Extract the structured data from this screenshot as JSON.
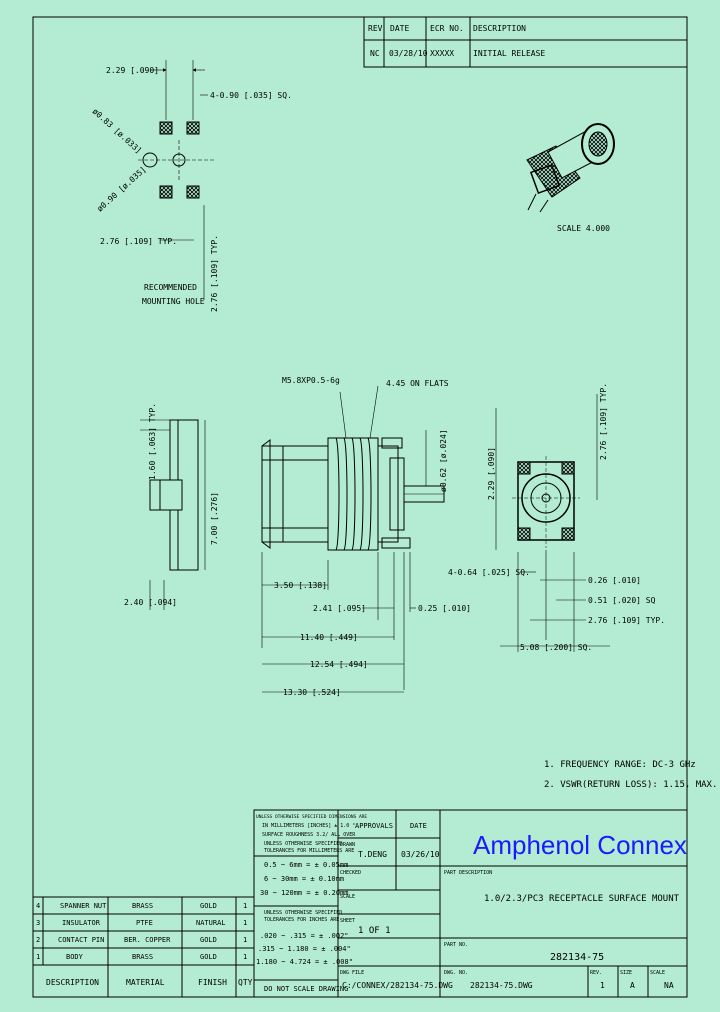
{
  "revision_block": {
    "headers": [
      "REV",
      "DATE",
      "ECR NO.",
      "DESCRIPTION"
    ],
    "row": [
      "NC",
      "03/28/10",
      "XXXXX",
      "INITIAL RELEASE"
    ]
  },
  "mounting_hole": {
    "dims": {
      "top": "2.29 [.090]",
      "holes_sq": "4-0.90 [.035] SQ.",
      "dia1": "ø0.83 [ø.033]",
      "dia2": "ø0.90 [ø.035]",
      "typ_h": "2.76 [.109] TYP.",
      "typ_v": "2.76 [.109] TYP."
    },
    "label_line1": "RECOMMENDED",
    "label_line2": "MOUNTING HOLE"
  },
  "iso_view": {
    "scale": "SCALE    4.000"
  },
  "side_view": {
    "dims": {
      "d_160": "1.60 [.063] TYP.",
      "d_700": "7.00 [.276]",
      "d_240": "2.40 [.094]"
    }
  },
  "main_view": {
    "dims": {
      "thread": "M5.8XP0.5-6g",
      "flats": "4.45 ON FLATS",
      "d_350": "3.50 [.138]",
      "d_241": "2.41 [.095]",
      "d_025": "0.25 [.010]",
      "d_1140": "11.40 [.449]",
      "d_1254": "12.54 [.494]",
      "d_1330": "13.30 [.524]",
      "dia_062": "ø0.62 [ø.024]"
    }
  },
  "front_view": {
    "dims": {
      "d_229": "2.29 [.090]",
      "d_276v": "2.76 [.109] TYP.",
      "d_064": "4-0.64 [.025] SQ.",
      "d_026": "0.26 [.010]",
      "d_051": "0.51 [.020] SQ",
      "d_276h": "2.76 [.109] TYP.",
      "d_508": "5.08 [.200] SQ."
    }
  },
  "notes": [
    "1. FREQUENCY RANGE: DC-3 GHz",
    "2. VSWR(RETURN LOSS): 1.15, MAX."
  ],
  "tolerances": {
    "line1": "UNLESS OTHERWISE SPECIFIED DIMENSIONS ARE",
    "line2": "IN MILLIMETERS [INCHES] ± 1.0 °",
    "line3": "SURFACE ROUGHNESS 3.2/ ALL OVER",
    "hdr1": "UNLESS OTHERWISE SPECIFIED",
    "hdr1b": "TOLERANCES FOR MILLIMETERS ARE",
    "mm1": "0.5 ~ 6mm = ± 0.05mm",
    "mm2": "6 ~ 30mm = ± 0.10mm",
    "mm3": "30 ~ 120mm = ± 0.20mm",
    "hdr2": "UNLESS OTHERWISE SPECIFIED",
    "hdr2b": "TOLERANCES FOR INCHES ARE",
    "in1": ".020 ~ .315 = ± .002\"",
    "in2": ".315 ~ 1.180 = ± .004\"",
    "in3": "1.180 ~ 4.724 = ± .008\"",
    "dont_scale": "DO NOT SCALE DRAWING"
  },
  "bom": {
    "headers": [
      "DESCRIPTION",
      "MATERIAL",
      "FINISH",
      "QTY"
    ],
    "rows": [
      {
        "no": "4",
        "desc": "SPANNER NUT",
        "mat": "BRASS",
        "fin": "GOLD",
        "qty": "1"
      },
      {
        "no": "3",
        "desc": "INSULATOR",
        "mat": "PTFE",
        "fin": "NATURAL",
        "qty": "1"
      },
      {
        "no": "2",
        "desc": "CONTACT PIN",
        "mat": "BER. COPPER",
        "fin": "GOLD",
        "qty": "1"
      },
      {
        "no": "1",
        "desc": "BODY",
        "mat": "BRASS",
        "fin": "GOLD",
        "qty": "1"
      }
    ]
  },
  "title_block": {
    "approvals": "APPROVALS",
    "date_hdr": "DATE",
    "drawn_lbl": "DRAWN",
    "drawn_by": "T.DENG",
    "drawn_date": "03/26/10",
    "checked_lbl": "CHECKED",
    "scale_lbl": "SCALE",
    "sheet_lbl": "SHEET",
    "sheet_val": "1 OF 1",
    "dwg_file_lbl": "DWG FILE",
    "dwg_file": "C:/CONNEX/282134-75.DWG",
    "brand": "Amphenol Connex",
    "part_desc_lbl": "PART DESCRIPTION",
    "part_desc": "1.0/2.3/PC3 RECEPTACLE SURFACE MOUNT",
    "part_no_lbl": "PART NO.",
    "part_no": "282134-75",
    "dwg_no_lbl": "DWG. NO.",
    "dwg_no": "282134-75.DWG",
    "rev_lbl": "REV.",
    "rev": "1",
    "size_lbl": "SIZE",
    "size": "A",
    "scale_lbl2": "SCALE",
    "scale": "NA"
  },
  "colors": {
    "background": "#b3ecd2",
    "brand": "#1a1aff",
    "ink": "#000000"
  }
}
